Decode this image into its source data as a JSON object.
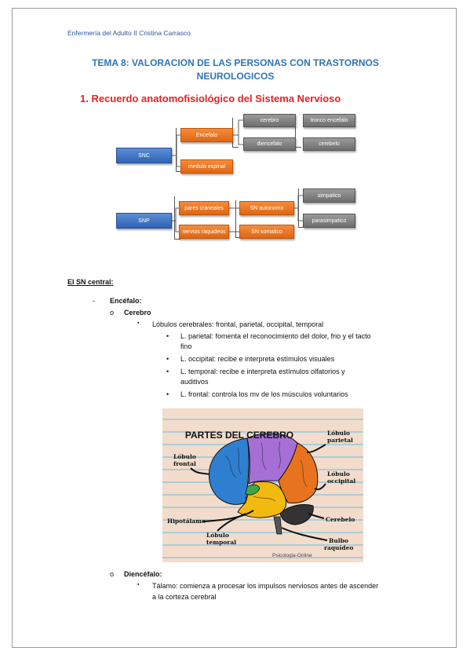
{
  "header": "Enfermería del Adulto II Cristina Carrasco",
  "title_line1": "TEMA 8: VALORACION DE LAS PERSONAS CON TRASTORNOS",
  "title_line2": "NEUROLOGICOS",
  "section1": "1.  Recuerdo anatomofisiológico del Sistema Nervioso",
  "diagram": {
    "snc": "SNC",
    "encefalo": "Encefalo",
    "medula": "medula espinal",
    "cerebro": "cerebro",
    "tronco": "tronco encefalo",
    "diencefalo": "diencefalo",
    "cerebelo": "cerebelo",
    "snp": "SNP",
    "pares": "pares craneales",
    "nervios": "nervios raquideos",
    "autonomo": "SN autonomo",
    "somatico": "SN somatico",
    "simpatico": "simpatico",
    "parasimpatico": "parasimpatico"
  },
  "outline": {
    "heading": "El SN central:",
    "bullet_dash": "-",
    "encefalo": "Encéfalo:",
    "bullet_o": "o",
    "cerebro": "Cerebro",
    "bullet_sq": "▪",
    "lobulos": "Lóbulos cerebrales: frontal, parietal, occipital, temporal",
    "bullet_dot": "•",
    "parietal1": "L. parietal: fomenta el reconocimiento del dolor, frio y el tacto",
    "parietal2": "fino",
    "occipital": "L. occipital: recibe e interpreta estímulos visuales",
    "temporal1": "L. temporal: recibe e interpreta estímulos olfatorios y",
    "temporal2": "auditivos",
    "frontal": "L. frontal: controla los mv de los músculos voluntarios",
    "diencefalo": "Diencéfalo:",
    "talamo1": "Tálamo: comienza a procesar los impulsos nerviosos antes de ascender",
    "talamo2": "a la corteza cerebral"
  },
  "figure": {
    "title": "PARTES DEL CEREBRO",
    "lobulo_parietal_1": "Lóbulo",
    "lobulo_parietal_2": "parietal",
    "lobulo_frontal_1": "Lóbulo",
    "lobulo_frontal_2": "frontal",
    "lobulo_occipital_1": "Lóbulo",
    "lobulo_occipital_2": "occipital",
    "hipotalamo": "Hipotálamo",
    "cerebelo": "Cerebelo",
    "lobulo_temporal_1": "Lóbulo",
    "lobulo_temporal_2": "temporal",
    "bulbo_1": "Bulbo",
    "bulbo_2": "raquídeo",
    "watermark": "Psicologia-Online",
    "colors": {
      "frontal": "#2f7fd1",
      "parietal": "#a56fd6",
      "occipital": "#e8731f",
      "temporal": "#f2b90f",
      "green": "#3aa84a",
      "cerebelo": "#333333",
      "background": "#f3dccb",
      "lines": "#7ec6e2"
    }
  }
}
